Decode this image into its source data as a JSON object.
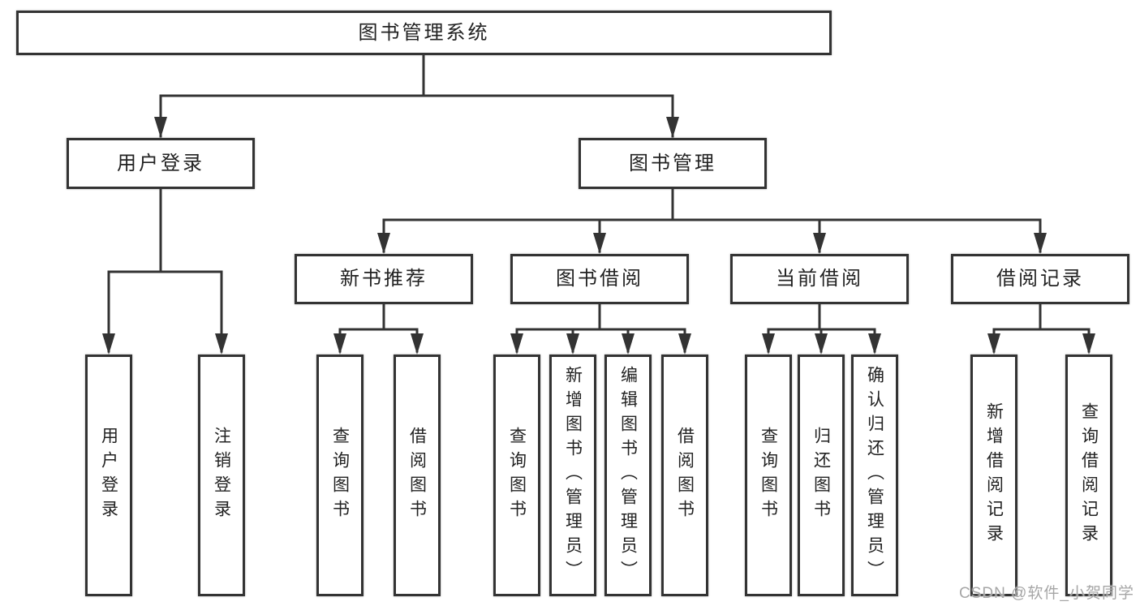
{
  "tree": {
    "label": "图书管理系统",
    "children": [
      {
        "label": "用户登录",
        "children": [
          {
            "label": "用户登录"
          },
          {
            "label": "注销登录"
          }
        ]
      },
      {
        "label": "图书管理",
        "children": [
          {
            "label": "新书推荐",
            "children": [
              {
                "label": "查询图书"
              },
              {
                "label": "借阅图书"
              }
            ]
          },
          {
            "label": "图书借阅",
            "children": [
              {
                "label": "查询图书"
              },
              {
                "label": "新增图书（管理员）"
              },
              {
                "label": "编辑图书（管理员）"
              },
              {
                "label": "借阅图书"
              }
            ]
          },
          {
            "label": "当前借阅",
            "children": [
              {
                "label": "查询图书"
              },
              {
                "label": "归还图书"
              },
              {
                "label": "确认归还（管理员）"
              }
            ]
          },
          {
            "label": "借阅记录",
            "children": [
              {
                "label": "新增借阅记录"
              },
              {
                "label": "查询借阅记录"
              }
            ]
          }
        ]
      }
    ]
  },
  "watermark": {
    "text": "CSDN @软件_小贺同学"
  },
  "colors": {
    "line": "#333333",
    "box_border": "#333333",
    "box_fill": "#ffffff",
    "text": "#222222",
    "watermark": "#a6a6a6"
  }
}
